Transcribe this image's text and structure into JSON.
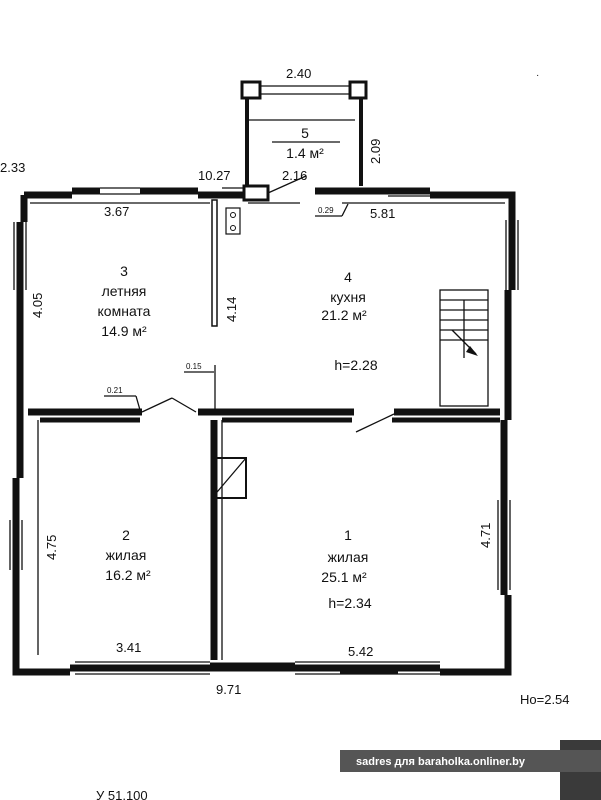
{
  "rooms": [
    {
      "number": "1",
      "name": "жилая",
      "area": "25.1 м²",
      "height": "h=2.34"
    },
    {
      "number": "2",
      "name": "жилая",
      "area": "16.2 м²"
    },
    {
      "number": "3",
      "name_line1": "летняя",
      "name_line2": "комната",
      "area": "14.9 м²"
    },
    {
      "number": "4",
      "name": "кухня",
      "area": "21.2 м²",
      "height": "h=2.28"
    },
    {
      "number": "5",
      "area": "1.4 м²"
    }
  ],
  "dimensions": {
    "porch_width": "2.40",
    "porch_depth": "2.09",
    "top_left_width": "3.67",
    "top_right_width": "5.81",
    "room3_height": "4.05",
    "room2_height": "4.75",
    "room1_height": "4.71",
    "partition_length": "4.14",
    "bottom_left_width": "3.41",
    "bottom_right_width": "5.42",
    "total_width": "9.71",
    "vestibule_a": "10.27",
    "vestibule_b": "2.16",
    "corner_left": "2.33",
    "wall_thickness_a": "0.29",
    "wall_thickness_b": "0.15",
    "wall_thickness_c": "0.21"
  },
  "overall_height": "Ho=2.54",
  "watermark": "sadres для baraholka.onliner.by",
  "footer_fragment": "У     51,100"
}
